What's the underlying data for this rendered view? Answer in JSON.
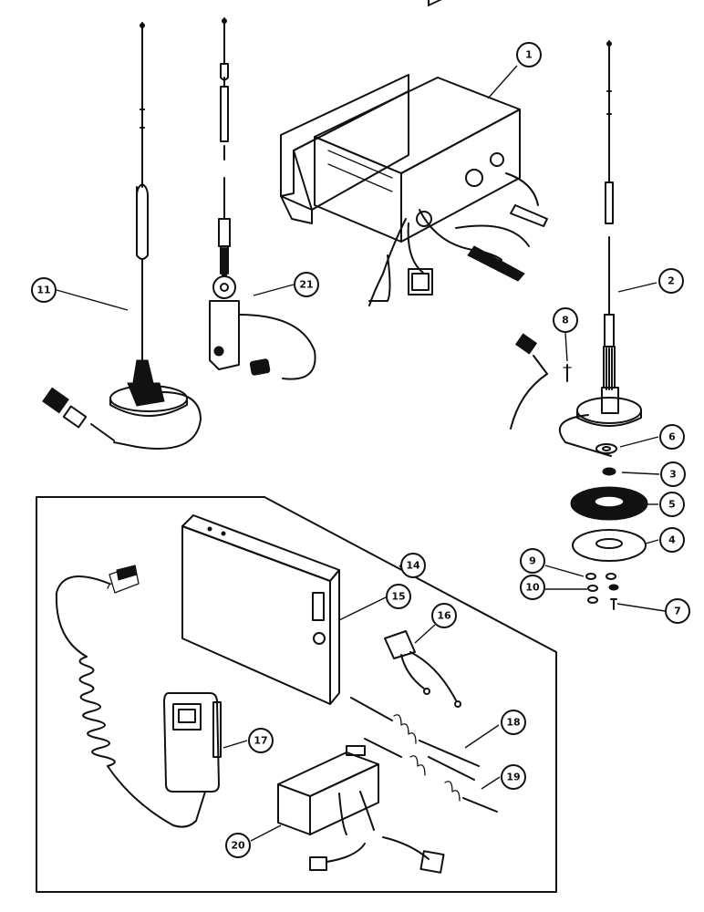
{
  "callouts": [
    {
      "id": "c1",
      "label": "1"
    },
    {
      "id": "c2",
      "label": "2"
    },
    {
      "id": "c3",
      "label": "3"
    },
    {
      "id": "c4",
      "label": "4"
    },
    {
      "id": "c5",
      "label": "5"
    },
    {
      "id": "c6",
      "label": "6"
    },
    {
      "id": "c7",
      "label": "7"
    },
    {
      "id": "c8",
      "label": "8"
    },
    {
      "id": "c9",
      "label": "9"
    },
    {
      "id": "c10",
      "label": "10"
    },
    {
      "id": "c11",
      "label": "11"
    },
    {
      "id": "c14",
      "label": "14"
    },
    {
      "id": "c15",
      "label": "15"
    },
    {
      "id": "c16",
      "label": "16"
    },
    {
      "id": "c17",
      "label": "17"
    },
    {
      "id": "c18",
      "label": "18"
    },
    {
      "id": "c19",
      "label": "19"
    },
    {
      "id": "c20",
      "label": "20"
    },
    {
      "id": "c21",
      "label": "21"
    }
  ]
}
